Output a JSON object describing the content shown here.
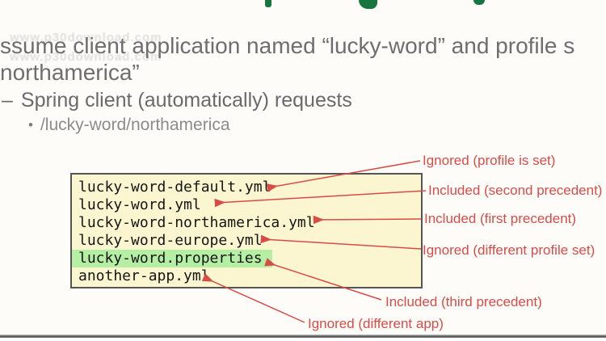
{
  "slide": {
    "watermark_line1": "www.p30download.com",
    "watermark_line2": "www.p30download.com",
    "heading_line1": "ssume client application named “lucky-word” and profile s",
    "heading_line2": "northamerica”",
    "bullet1_marker": "–",
    "bullet1_text": "Spring client (automatically) requests",
    "bullet2_marker": "•",
    "bullet2_text": "/lucky-word/northamerica"
  },
  "config_box": {
    "files": [
      "lucky-word-default.yml",
      "lucky-word.yml",
      "lucky-word-northamerica.yml",
      "lucky-word-europe.yml",
      "lucky-word.properties",
      "another-app.yml"
    ],
    "highlighted_file": "lucky-word.properties"
  },
  "annotations": [
    {
      "label": "Ignored (profile is set)"
    },
    {
      "label": "Included (second precedent)"
    },
    {
      "label": "Included (first precedent)"
    },
    {
      "label": "Ignored (different profile set)"
    },
    {
      "label": "Included (third precedent)"
    },
    {
      "label": "Ignored (different app)"
    }
  ],
  "colors": {
    "annotation_red": "#d84c47",
    "highlight_green": "#b5efa4",
    "box_background": "#fcf6d0",
    "box_border": "#555555",
    "title_green": "#17753f",
    "heading_gray": "#6e6e70"
  }
}
